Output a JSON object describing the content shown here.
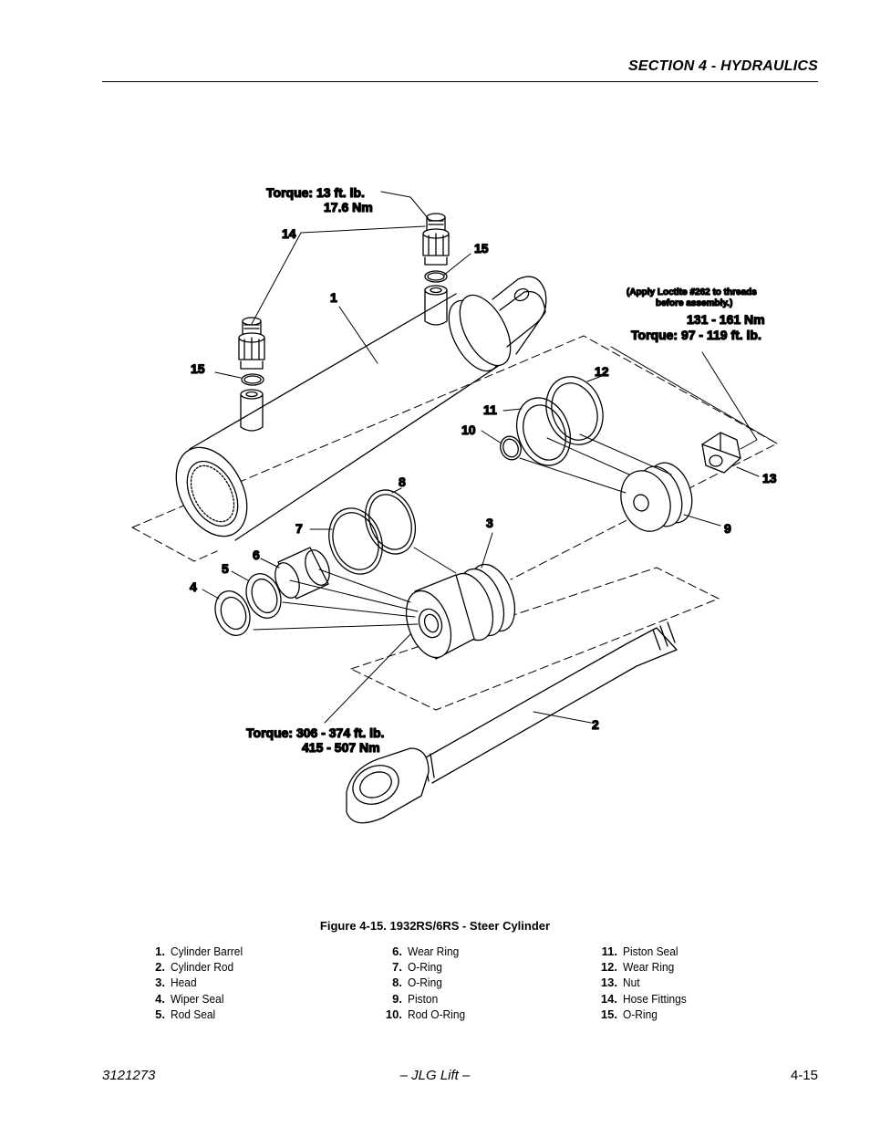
{
  "header": {
    "section_title": "SECTION 4 - HYDRAULICS"
  },
  "callouts": {
    "torque_fitting_1": "Torque: 13 ft. lb.",
    "torque_fitting_2": "17.6 Nm",
    "loctite_1": "(Apply Loctite #262 to threads",
    "loctite_2": "before assembly.)",
    "nut_torque_1": "131 - 161 Nm",
    "nut_torque_2": "Torque: 97 - 119 ft. lb.",
    "head_torque_1": "Torque: 306 - 374 ft. lb.",
    "head_torque_2": "415 - 507 Nm",
    "n1": "1",
    "n2": "2",
    "n3": "3",
    "n4": "4",
    "n5": "5",
    "n6": "6",
    "n7": "7",
    "n8": "8",
    "n9": "9",
    "n10": "10",
    "n11": "11",
    "n12": "12",
    "n13": "13",
    "n14": "14",
    "n15a": "15",
    "n15b": "15"
  },
  "figure": {
    "caption": "Figure 4-15.  1932RS/6RS - Steer Cylinder"
  },
  "legend": [
    [
      {
        "num": "1.",
        "label": "Cylinder Barrel"
      },
      {
        "num": "2.",
        "label": "Cylinder Rod"
      },
      {
        "num": "3.",
        "label": "Head"
      },
      {
        "num": "4.",
        "label": "Wiper Seal"
      },
      {
        "num": "5.",
        "label": "Rod Seal"
      }
    ],
    [
      {
        "num": "6.",
        "label": "Wear Ring"
      },
      {
        "num": "7.",
        "label": "O-Ring"
      },
      {
        "num": "8.",
        "label": "O-Ring"
      },
      {
        "num": "9.",
        "label": "Piston"
      },
      {
        "num": "10.",
        "label": "Rod O-Ring"
      }
    ],
    [
      {
        "num": "11.",
        "label": "Piston Seal"
      },
      {
        "num": "12.",
        "label": "Wear Ring"
      },
      {
        "num": "13.",
        "label": "Nut"
      },
      {
        "num": "14.",
        "label": "Hose Fittings"
      },
      {
        "num": "15.",
        "label": "O-Ring"
      }
    ]
  ],
  "footer": {
    "doc_number": "3121273",
    "publisher": "– JLG Lift –",
    "page": "4-15"
  }
}
